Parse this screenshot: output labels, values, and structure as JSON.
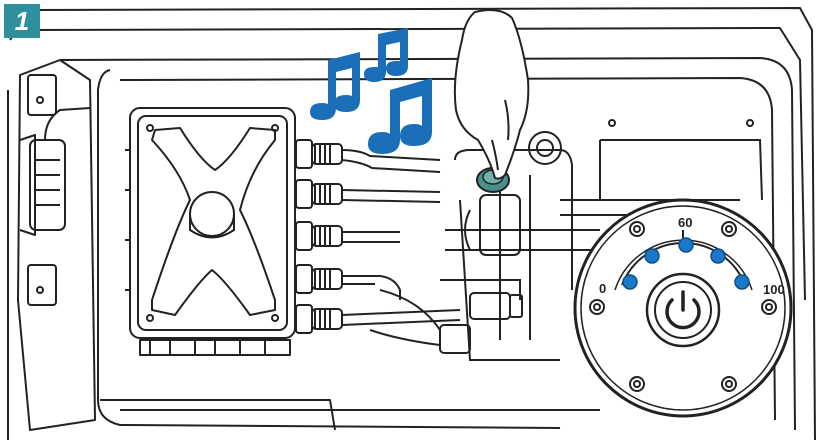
{
  "step": {
    "number": "1"
  },
  "dial": {
    "label_min": "0",
    "label_mid": "60",
    "label_max": "100",
    "level_dots_lit": 5
  },
  "colors": {
    "accent_teal": "#2f8f9d",
    "music_blue": "#1a6fb8",
    "dot_blue": "#1a78c8",
    "button_teal": "#4a8f8c",
    "line": "#222222"
  },
  "icons": {
    "music_notes": "music-notes-icon",
    "finger": "pointing-finger-icon",
    "power": "power-icon"
  }
}
